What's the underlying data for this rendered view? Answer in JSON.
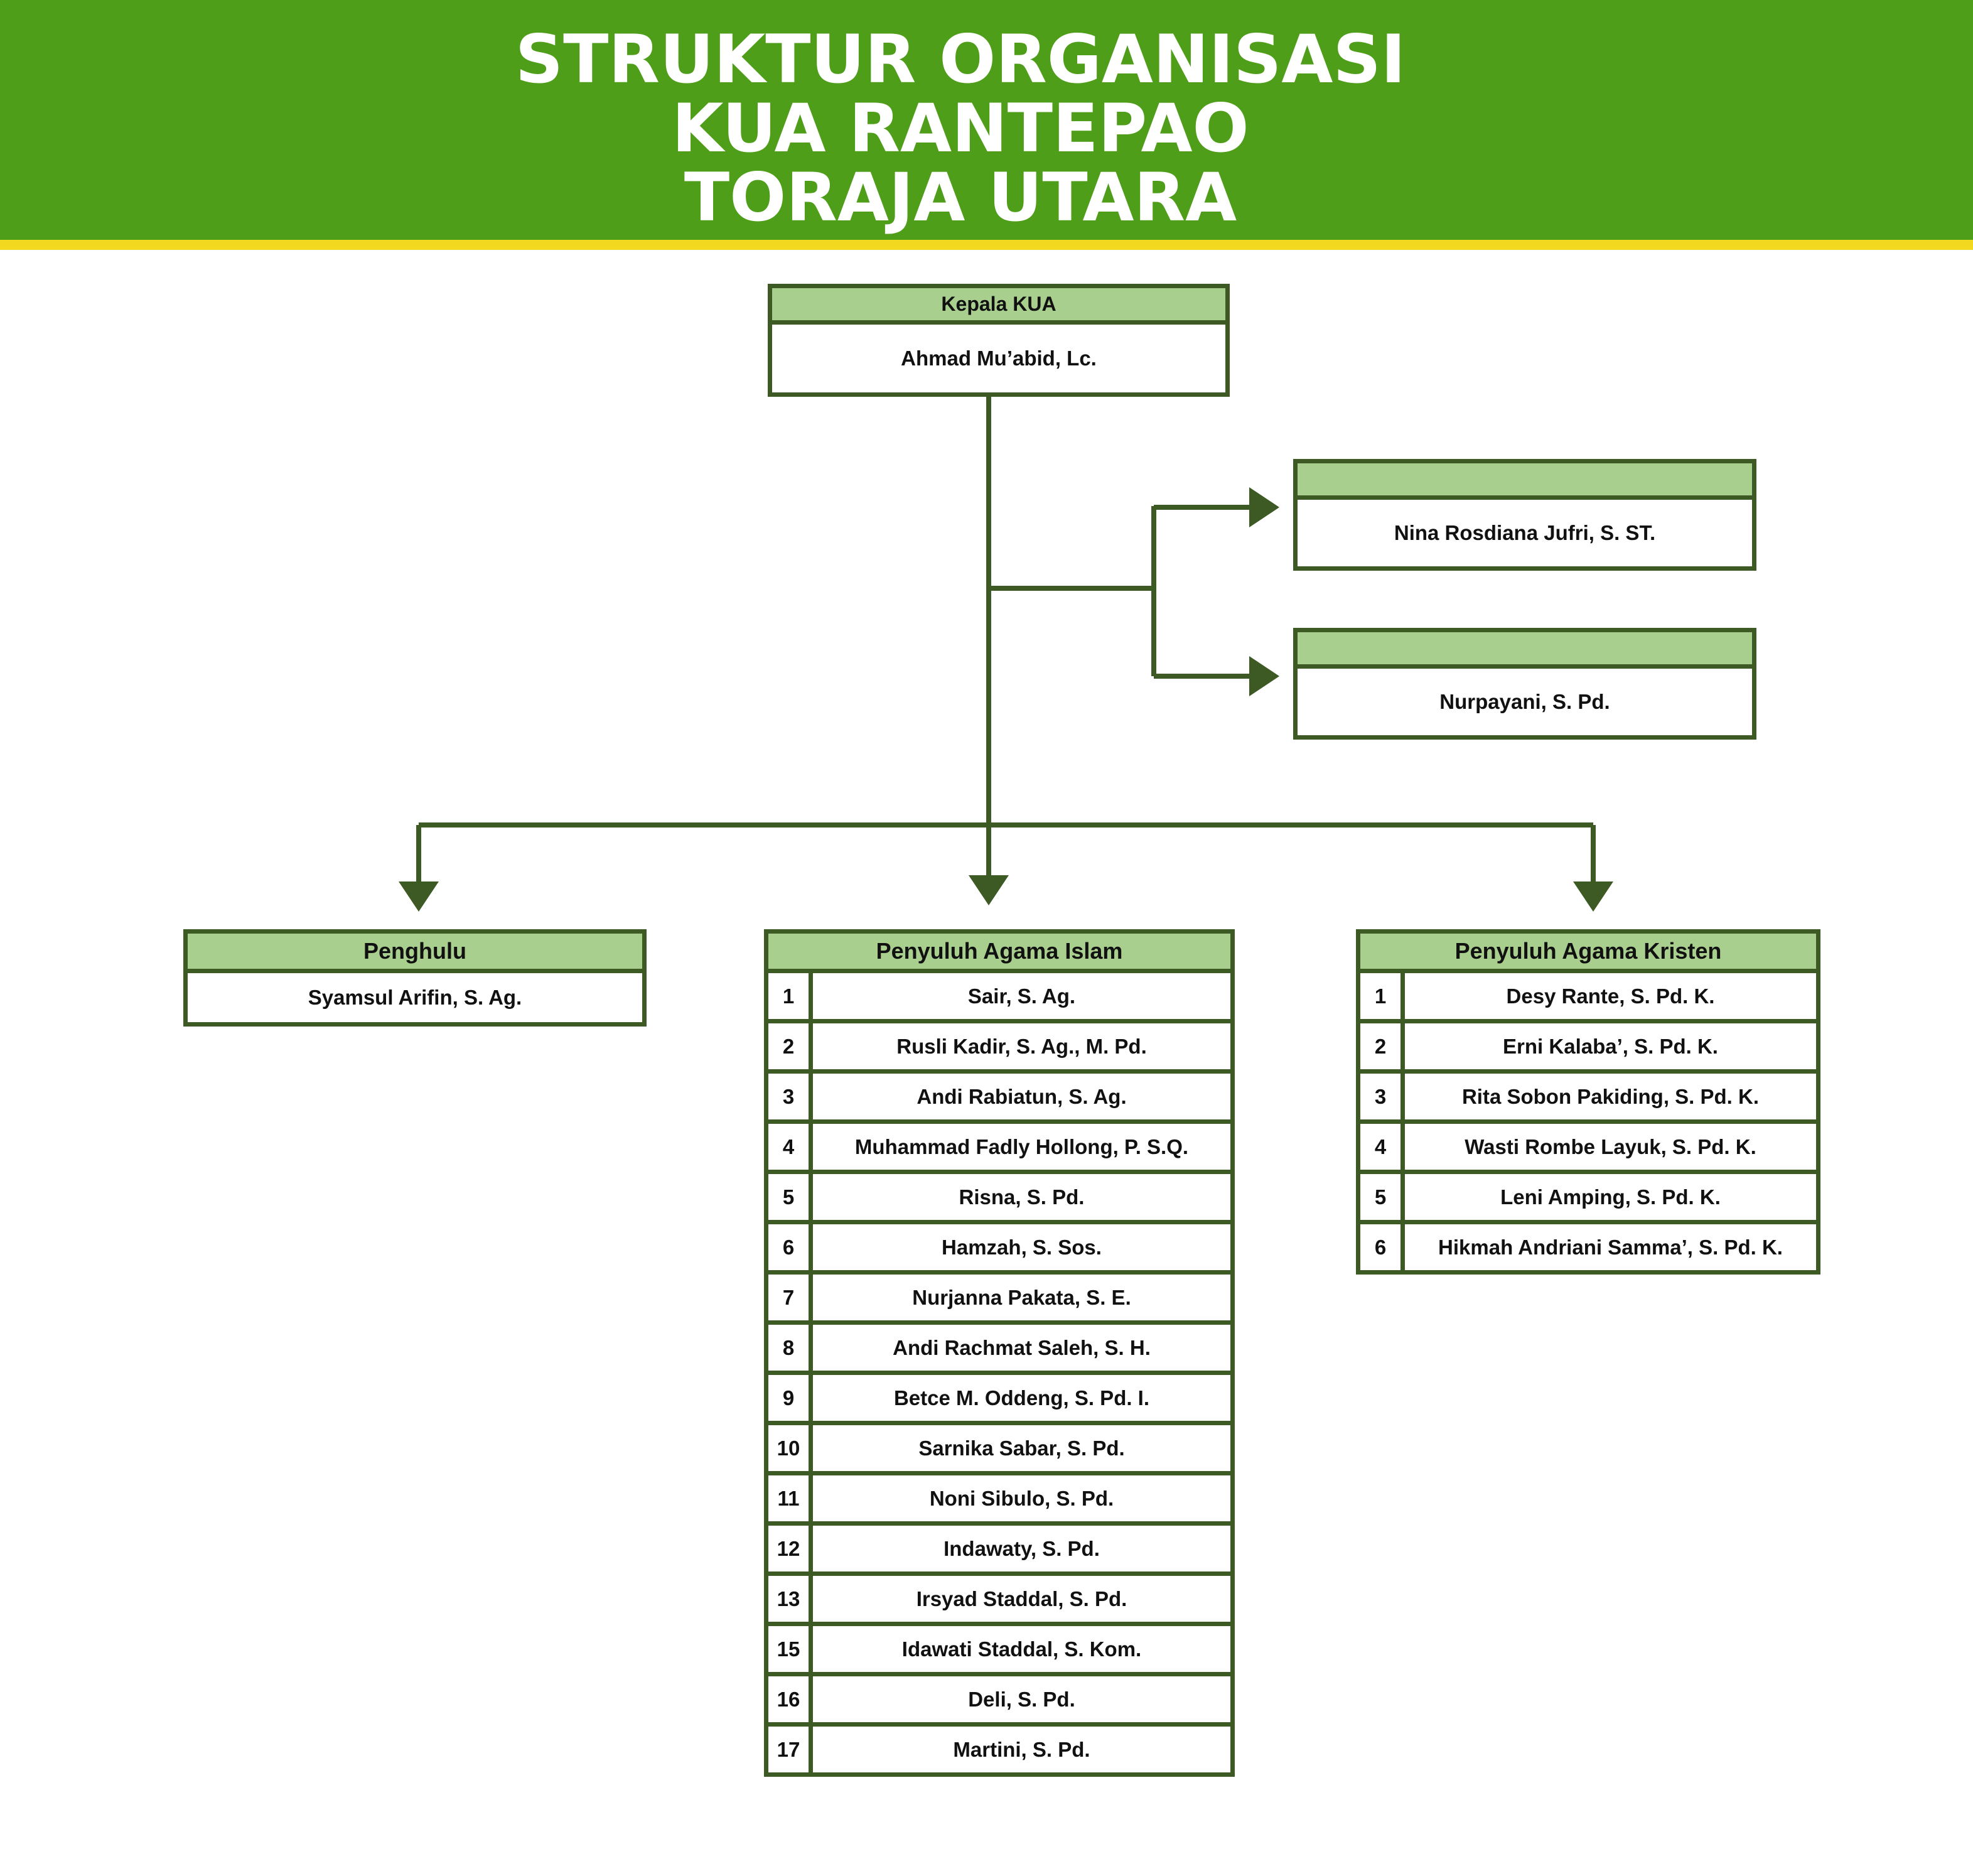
{
  "title": {
    "line1": "STRUKTUR ORGANISASI",
    "line2": "KUA RANTEPAO",
    "line3": "TORAJA UTARA"
  },
  "colors": {
    "banner": "#4f9e1a",
    "stripe": "#f2d81e",
    "border": "#3d5a24",
    "header_fill": "#a8cf8d"
  },
  "kepala": {
    "title": "Kepala KUA",
    "name": "Ahmad Mu’abid, Lc."
  },
  "staff": [
    {
      "title": "",
      "name": "Nina Rosdiana Jufri, S. ST."
    },
    {
      "title": "",
      "name": "Nurpayani, S. Pd."
    }
  ],
  "penghulu": {
    "title": "Penghulu",
    "name": "Syamsul Arifin, S. Ag."
  },
  "penyuluh_islam": {
    "title": "Penyuluh Agama Islam",
    "members": [
      {
        "no": "1",
        "name": "Sair, S. Ag."
      },
      {
        "no": "2",
        "name": "Rusli Kadir, S. Ag., M. Pd."
      },
      {
        "no": "3",
        "name": "Andi Rabiatun, S. Ag."
      },
      {
        "no": "4",
        "name": "Muhammad Fadly Hollong, P. S.Q."
      },
      {
        "no": "5",
        "name": "Risna, S. Pd."
      },
      {
        "no": "6",
        "name": "Hamzah, S. Sos."
      },
      {
        "no": "7",
        "name": "Nurjanna Pakata, S. E."
      },
      {
        "no": "8",
        "name": "Andi Rachmat Saleh, S. H."
      },
      {
        "no": "9",
        "name": "Betce M. Oddeng, S. Pd. I."
      },
      {
        "no": "10",
        "name": "Sarnika Sabar, S. Pd."
      },
      {
        "no": "11",
        "name": "Noni Sibulo, S. Pd."
      },
      {
        "no": "12",
        "name": "Indawaty, S. Pd."
      },
      {
        "no": "13",
        "name": "Irsyad Staddal, S. Pd."
      },
      {
        "no": "15",
        "name": "Idawati Staddal, S. Kom."
      },
      {
        "no": "16",
        "name": "Deli, S. Pd."
      },
      {
        "no": "17",
        "name": "Martini, S. Pd."
      }
    ]
  },
  "penyuluh_kristen": {
    "title": "Penyuluh Agama Kristen",
    "members": [
      {
        "no": "1",
        "name": "Desy Rante, S. Pd. K."
      },
      {
        "no": "2",
        "name": "Erni Kalaba’, S. Pd. K."
      },
      {
        "no": "3",
        "name": "Rita Sobon Pakiding, S. Pd. K."
      },
      {
        "no": "4",
        "name": "Wasti Rombe Layuk, S. Pd. K."
      },
      {
        "no": "5",
        "name": "Leni Amping, S. Pd. K."
      },
      {
        "no": "6",
        "name": "Hikmah Andriani Samma’, S. Pd. K."
      }
    ]
  }
}
